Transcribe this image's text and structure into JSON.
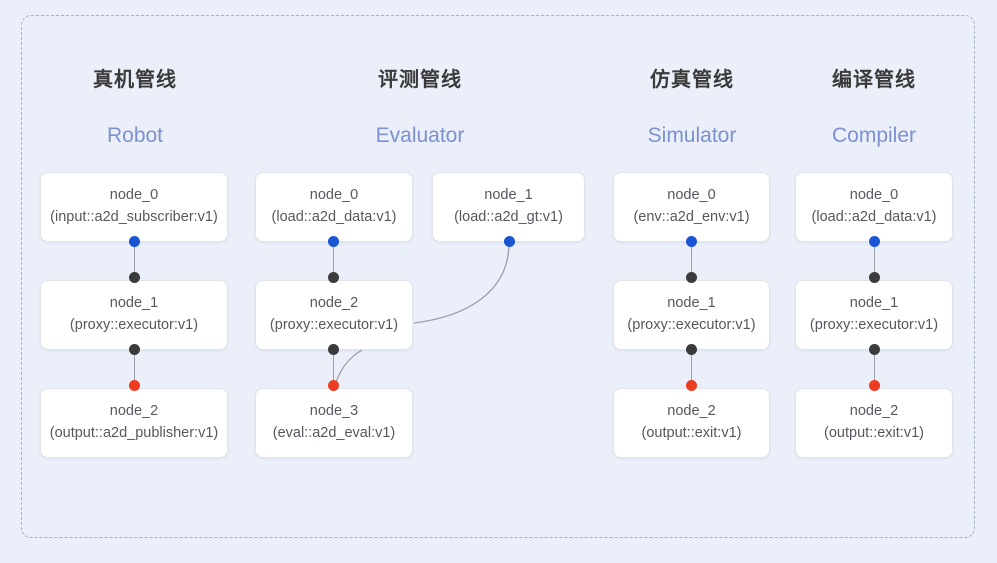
{
  "diagram": {
    "frame_style": "dashed-rounded-rect",
    "background_color": "#eaeff9",
    "accent_color": "#7d90d0",
    "input_port_color": "#1a55d4",
    "mid_port_color": "#3b3b3d",
    "output_port_color": "#ec3d22",
    "edge_color": "#9aa0ab"
  },
  "columns": [
    {
      "id": "robot",
      "title_cn": "真机管线",
      "title_en": "Robot",
      "nodes": [
        {
          "name": "node_0",
          "spec": "(input::a2d_subscriber:v1)"
        },
        {
          "name": "node_1",
          "spec": "(proxy::executor:v1)"
        },
        {
          "name": "node_2",
          "spec": "(output::a2d_publisher:v1)"
        }
      ]
    },
    {
      "id": "evaluator",
      "title_cn": "评测管线",
      "title_en": "Evaluator",
      "nodes": [
        {
          "name": "node_0",
          "spec": "(load::a2d_data:v1)"
        },
        {
          "name": "node_1",
          "spec": "(load::a2d_gt:v1)"
        },
        {
          "name": "node_2",
          "spec": "(proxy::executor:v1)"
        },
        {
          "name": "node_3",
          "spec": "(eval::a2d_eval:v1)"
        }
      ]
    },
    {
      "id": "simulator",
      "title_cn": "仿真管线",
      "title_en": "Simulator",
      "nodes": [
        {
          "name": "node_0",
          "spec": "(env::a2d_env:v1)"
        },
        {
          "name": "node_1",
          "spec": "(proxy::executor:v1)"
        },
        {
          "name": "node_2",
          "spec": "(output::exit:v1)"
        }
      ]
    },
    {
      "id": "compiler",
      "title_cn": "编译管线",
      "title_en": "Compiler",
      "nodes": [
        {
          "name": "node_0",
          "spec": "(load::a2d_data:v1)"
        },
        {
          "name": "node_1",
          "spec": "(proxy::executor:v1)"
        },
        {
          "name": "node_2",
          "spec": "(output::exit:v1)"
        }
      ]
    }
  ]
}
